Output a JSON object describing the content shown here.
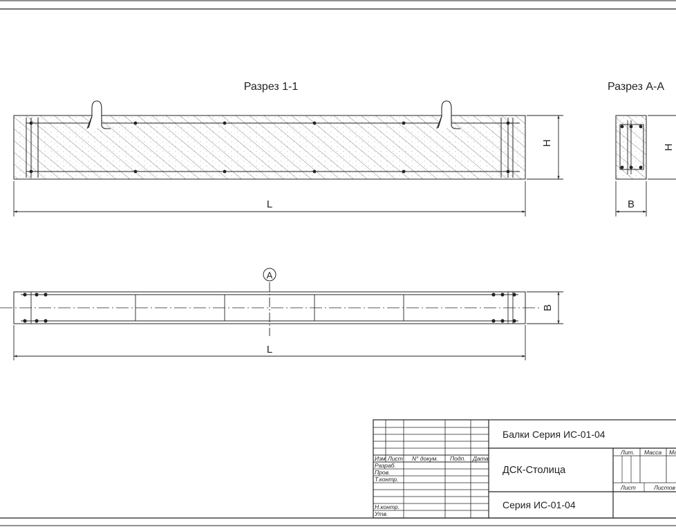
{
  "drawing": {
    "section_1_title": "Разрез 1-1",
    "section_a_title": "Разрез А-А",
    "dim_length": "L",
    "dim_height": "H",
    "dim_width": "B",
    "section_marker": "А"
  },
  "title_block": {
    "product_name": "Балки Серия ИС-01-04",
    "organization": "ДСК-Столица",
    "series": "Серия ИС-01-04",
    "col_izm": "Изм",
    "col_list": "Лист",
    "col_doc": "N° докум.",
    "col_sign": "Подп.",
    "col_date": "Дата",
    "row_razrab": "Разраб.",
    "row_prov": "Пров.",
    "row_tkontr": "Т.контр.",
    "row_nkontr": "Н.контр.",
    "row_utv": "Утв.",
    "col_lit": "Лит.",
    "col_massa": "Масса",
    "col_masshtab": "Ма",
    "col_sheet": "Лист",
    "col_sheets": "Листов"
  },
  "colors": {
    "line": "#222222",
    "hatch": "#444444",
    "background": "#ffffff"
  }
}
